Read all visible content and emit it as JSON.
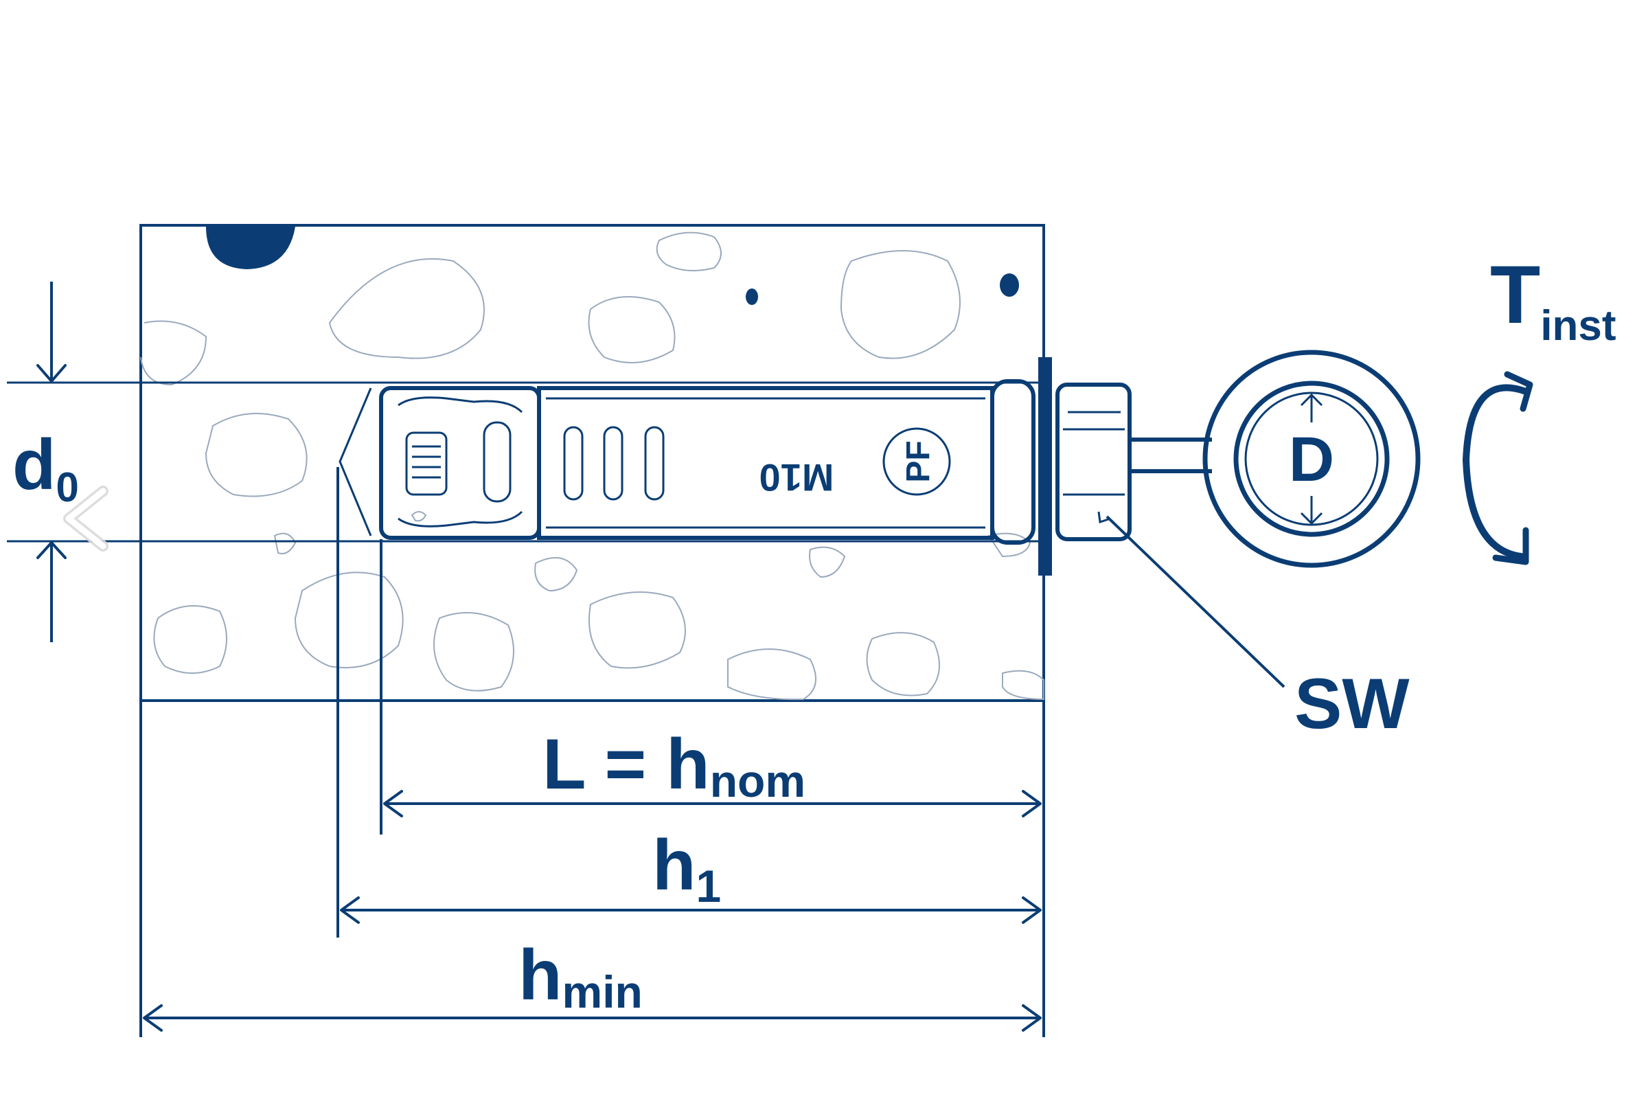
{
  "diagram": {
    "labels": {
      "d0_main": "d",
      "d0_sub": "0",
      "tinst_main": "T",
      "tinst_sub": "inst",
      "D": "D",
      "SW": "SW",
      "L_main": "L = h",
      "L_sub": "nom",
      "h1_main": "h",
      "h1_sub": "1",
      "hmin_main": "h",
      "hmin_sub": "min",
      "anchor_marking": "M10",
      "anchor_logo": "PF"
    },
    "colors": {
      "line": "#0b3d74",
      "pebble": "#9aa9bd",
      "background": "#ffffff"
    },
    "icons": {
      "prev": "chevron-left-icon"
    }
  }
}
